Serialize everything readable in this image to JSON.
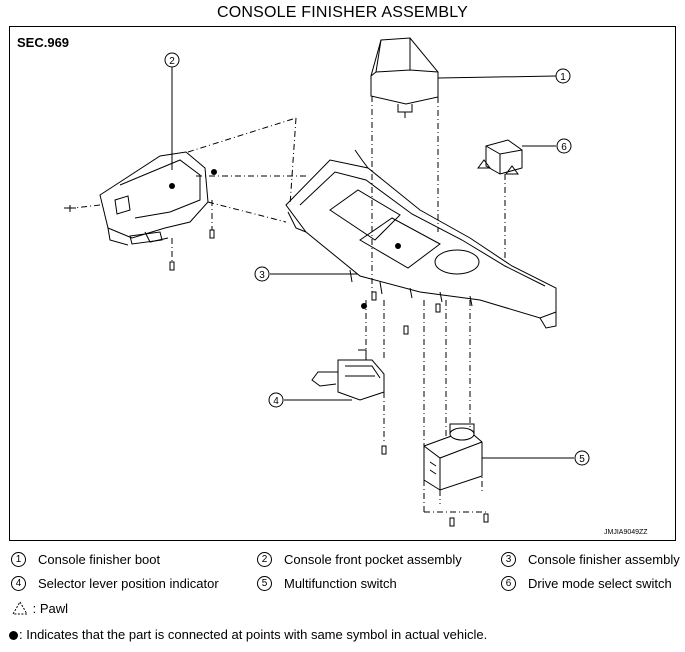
{
  "title": "CONSOLE FINISHER ASSEMBLY",
  "section": "SEC.969",
  "image_id": "JMJIA9049ZZ",
  "callouts": [
    "1",
    "2",
    "3",
    "4",
    "5",
    "6"
  ],
  "legend": [
    {
      "num": "1",
      "label": "Console finisher boot"
    },
    {
      "num": "2",
      "label": "Console front pocket assembly"
    },
    {
      "num": "3",
      "label": "Console finisher assembly"
    },
    {
      "num": "4",
      "label": "Selector lever position indicator"
    },
    {
      "num": "5",
      "label": "Multifunction switch"
    },
    {
      "num": "6",
      "label": "Drive mode select switch"
    }
  ],
  "pawl_note": ": Pawl",
  "dot_note": ": Indicates that the part is connected at points with same symbol in actual vehicle."
}
